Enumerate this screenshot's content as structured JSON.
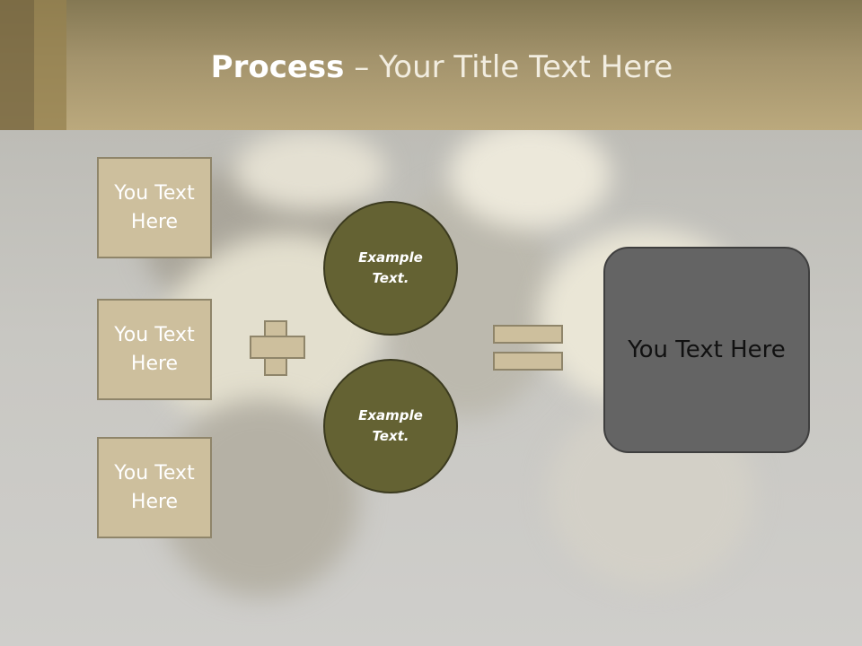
{
  "slide": {
    "title_bold": "Process",
    "title_sep": " – ",
    "title_rest": "Your Title Text Here"
  },
  "left_boxes": [
    {
      "label": "You Text Here"
    },
    {
      "label": "You Text Here"
    },
    {
      "label": "You Text Here"
    }
  ],
  "circles": [
    {
      "label": "Example Text."
    },
    {
      "label": "Example Text."
    }
  ],
  "result_box": {
    "label": "You Text Here"
  },
  "colors": {
    "header": "#a3936c",
    "box_fill": "#cdbf9d",
    "circle_fill": "#646233",
    "result_fill": "#646464"
  }
}
